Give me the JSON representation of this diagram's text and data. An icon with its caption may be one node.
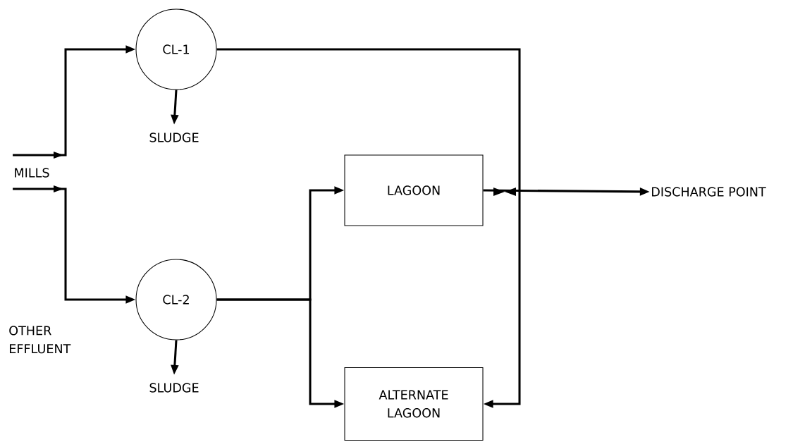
{
  "diagram": {
    "nodes": [
      {
        "text": [
          "CL-1"
        ]
      },
      {
        "text": [
          "SLUDGE"
        ]
      },
      {
        "text": [
          "MILLS"
        ]
      },
      {
        "text": [
          "LAGOON"
        ]
      },
      {
        "text": [
          "DISCHARGE POINT"
        ]
      },
      {
        "text": [
          "CL-2"
        ]
      },
      {
        "text": [
          "SLUDGE"
        ]
      },
      {
        "text": [
          "ALTERNATE LAGOON"
        ]
      }
    ],
    "edges": [
      {
        "from": 2,
        "to": 0,
        "arrow": "to"
      },
      {
        "from": 2,
        "to": 5,
        "arrow": "to"
      },
      {
        "from": 0,
        "to": 1,
        "arrow": "to"
      },
      {
        "from": 5,
        "to": 6,
        "arrow": "to"
      },
      {
        "from": 0,
        "to": 7,
        "arrow": "to"
      },
      {
        "from": 5,
        "to": 3,
        "arrow": "to"
      },
      {
        "from": 5,
        "to": 7,
        "arrow": "to"
      },
      {
        "from": 3,
        "to": 4,
        "arrow": "to"
      }
    ],
    "labels": [
      "OTHER EFFLUENT"
    ]
  }
}
